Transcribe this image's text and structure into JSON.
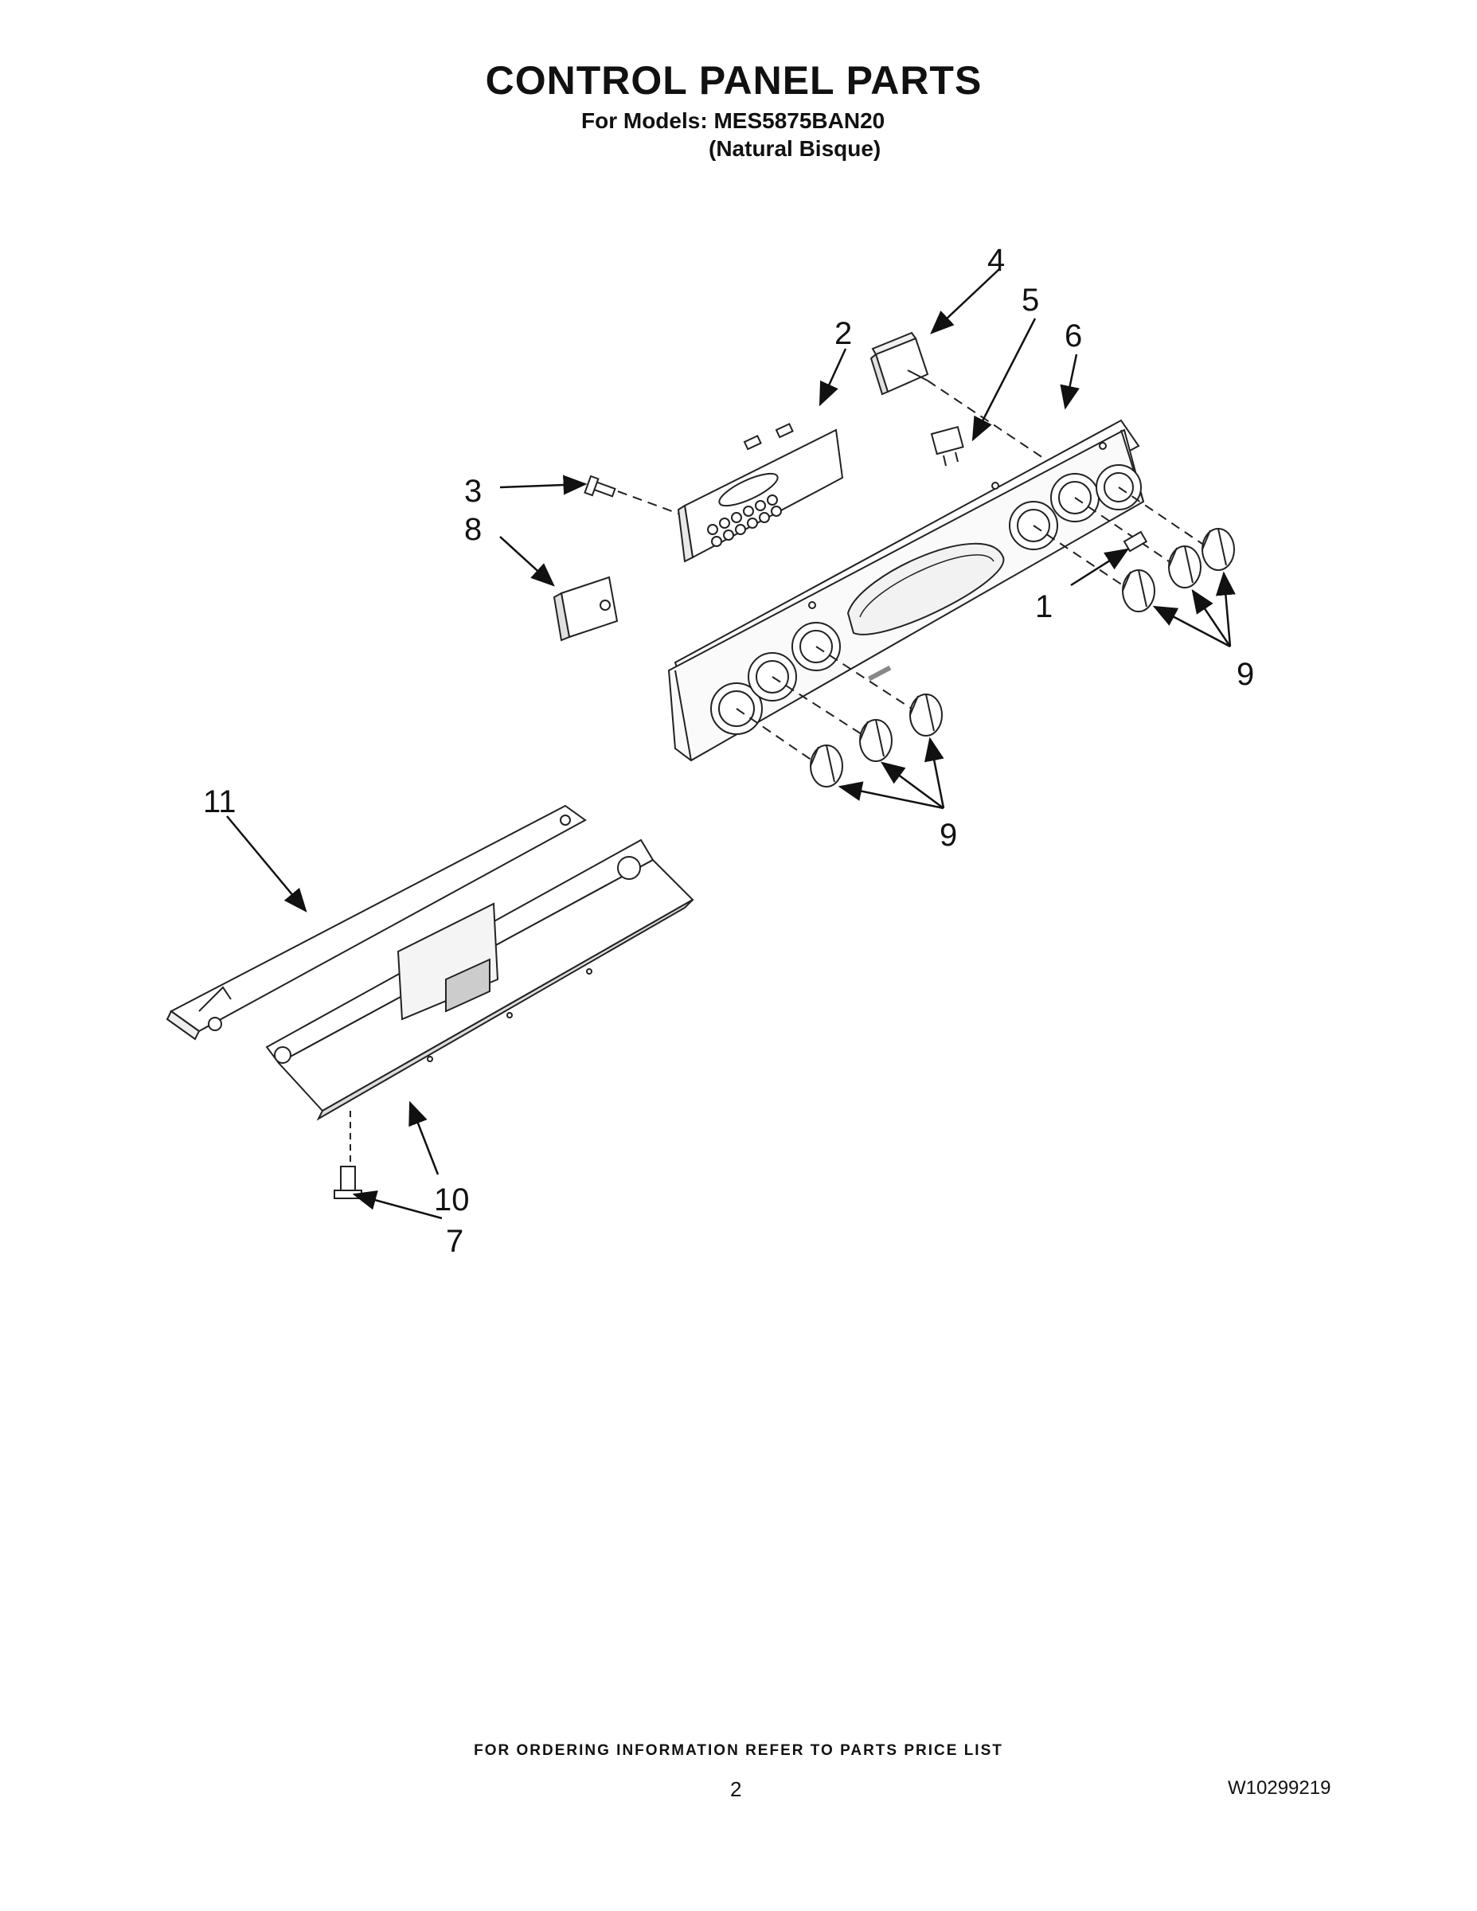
{
  "header": {
    "title": "CONTROL PANEL PARTS",
    "models": "For Models: MES5875BAN20",
    "variant": "(Natural Bisque)"
  },
  "callouts": {
    "c1": "1",
    "c2": "2",
    "c3": "3",
    "c4": "4",
    "c5": "5",
    "c6": "6",
    "c7": "7",
    "c8": "8",
    "c9a": "9",
    "c9b": "9",
    "c10": "10",
    "c11": "11"
  },
  "footer": {
    "ordering_note": "FOR ORDERING INFORMATION REFER TO PARTS PRICE LIST",
    "page_number": "2",
    "doc_number": "W10299219"
  }
}
